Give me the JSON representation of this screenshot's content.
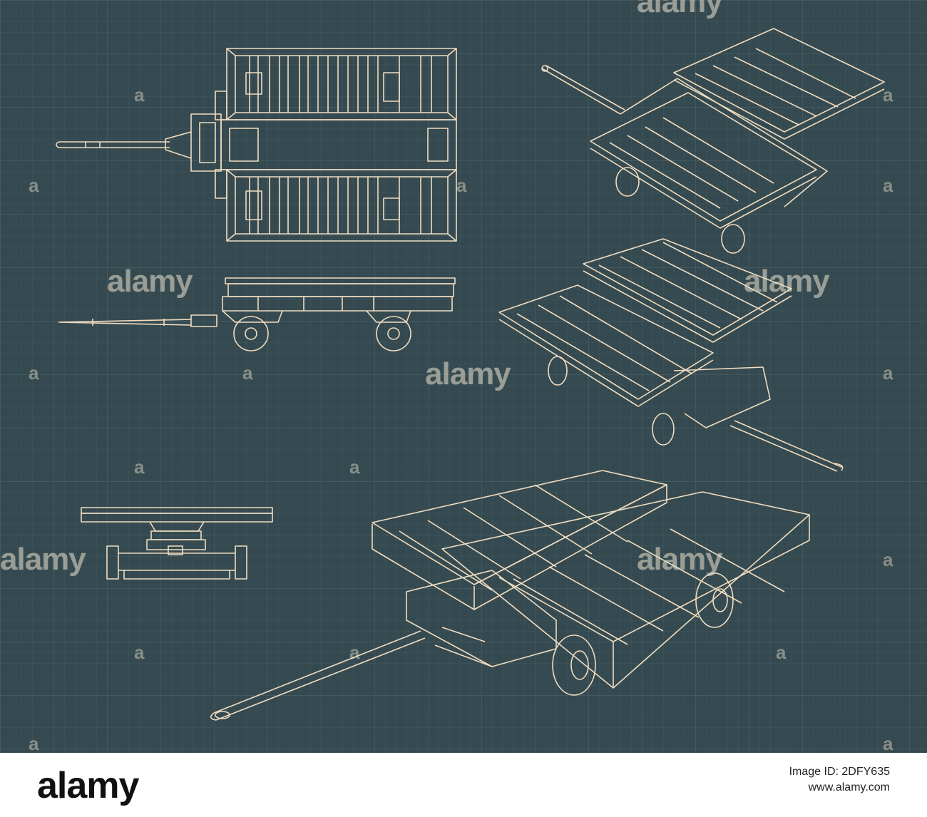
{
  "watermark": {
    "brand": "alamy",
    "small": "a"
  },
  "footer": {
    "logo": "alamy",
    "image_id": "Image ID: 2DFY635",
    "url": "www.alamy.com"
  },
  "colors": {
    "background": "#354a50",
    "grid": "#4a6066",
    "line": "#f0dcc0"
  }
}
